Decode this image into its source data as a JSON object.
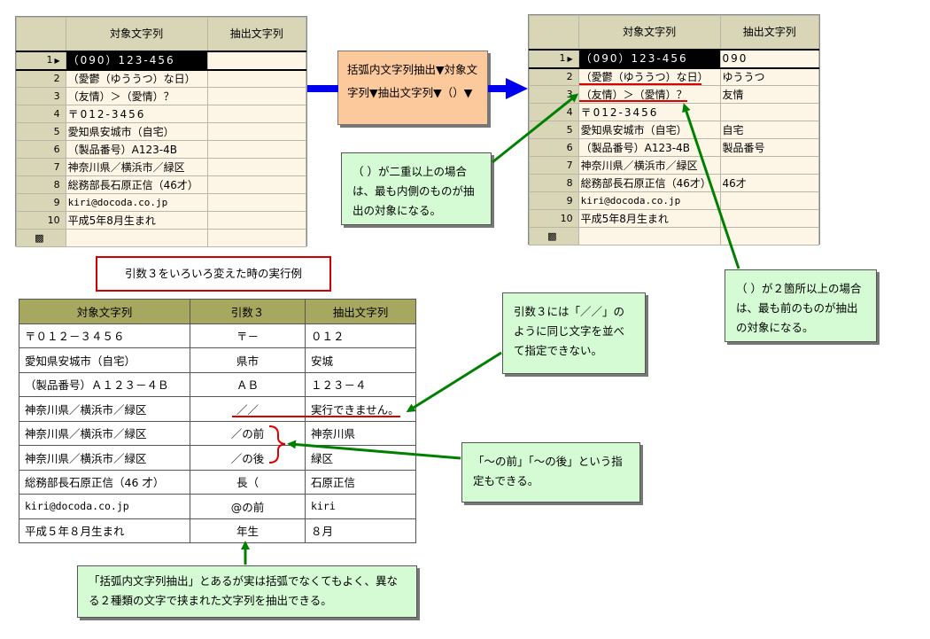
{
  "left_grid": {
    "headers": [
      "対象文字列",
      "抽出文字列"
    ],
    "rows": [
      {
        "n": "1",
        "a": "（090）123-456",
        "b": ""
      },
      {
        "n": "2",
        "a": "（愛鬱（ゆううつ）な日）",
        "b": ""
      },
      {
        "n": "3",
        "a": "（友情）＞（愛情）？",
        "b": ""
      },
      {
        "n": "4",
        "a": "〒012-3456",
        "b": ""
      },
      {
        "n": "5",
        "a": "愛知県安城市（自宅）",
        "b": ""
      },
      {
        "n": "6",
        "a": "（製品番号）A123-4B",
        "b": ""
      },
      {
        "n": "7",
        "a": "神奈川県／横浜市／緑区",
        "b": ""
      },
      {
        "n": "8",
        "a": "総務部長石原正信（46才）",
        "b": ""
      },
      {
        "n": "9",
        "a": "kiri@docoda.co.jp",
        "b": ""
      },
      {
        "n": "10",
        "a": "平成5年8月生まれ",
        "b": ""
      }
    ]
  },
  "right_grid": {
    "headers": [
      "対象文字列",
      "抽出文字列"
    ],
    "rows": [
      {
        "n": "1",
        "a": "（090）123-456",
        "b": "090"
      },
      {
        "n": "2",
        "a": "（愛鬱（ゆううつ）な日）",
        "b": "ゆううつ"
      },
      {
        "n": "3",
        "a": "（友情）＞（愛情）？",
        "b": "友情"
      },
      {
        "n": "4",
        "a": "〒012-3456",
        "b": ""
      },
      {
        "n": "5",
        "a": "愛知県安城市（自宅）",
        "b": "自宅"
      },
      {
        "n": "6",
        "a": "（製品番号）A123-4B",
        "b": "製品番号"
      },
      {
        "n": "7",
        "a": "神奈川県／横浜市／緑区",
        "b": ""
      },
      {
        "n": "8",
        "a": "総務部長石原正信（46才）",
        "b": "46才"
      },
      {
        "n": "9",
        "a": "kiri@docoda.co.jp",
        "b": ""
      },
      {
        "n": "10",
        "a": "平成5年8月生まれ",
        "b": ""
      }
    ]
  },
  "formula_box": {
    "text": "括弧内文字列抽出▼対象文字列▼抽出文字列▼（）▼"
  },
  "notes": {
    "nested": "（ ）が二重以上の場合は、最も内側のものが抽出の対象になる。",
    "multiple": "（ ）が２箇所以上の場合は、最も前のものが抽出の対象になる。",
    "same_char": "引数３には「／／」のように同じ文字を並べて指定できない。",
    "before_after": "「～の前」「～の後」という指定もできる。",
    "any_chars": "「括弧内文字列抽出」とあるが実は括弧でなくてもよく、異なる２種類の文字で挟まれた文字列を抽出できる。"
  },
  "examples_title": "引数３をいろいろ変えた時の実行例",
  "examples_table": {
    "headers": [
      "対象文字列",
      "引数３",
      "抽出文字列"
    ],
    "rows": [
      {
        "a": "〒０１２－３４５６",
        "b": "〒－",
        "c": "０１２"
      },
      {
        "a": "愛知県安城市（自宅）",
        "b": "県市",
        "c": "安城"
      },
      {
        "a": "（製品番号）Ａ１２３－４Ｂ",
        "b": "ＡＢ",
        "c": "１２３－４"
      },
      {
        "a": "神奈川県／横浜市／緑区",
        "b": "／／",
        "c": "実行できません。"
      },
      {
        "a": "神奈川県／横浜市／緑区",
        "b": "／の前",
        "c": "神奈川県"
      },
      {
        "a": "神奈川県／横浜市／緑区",
        "b": "／の後",
        "c": "緑区"
      },
      {
        "a": "総務部長石原正信（46 才）",
        "b": "長（",
        "c": "石原正信"
      },
      {
        "a": "kiri@docoda.co.jp",
        "b": "@の前",
        "c": "kiri"
      },
      {
        "a": "平成５年８月生まれ",
        "b": "年生",
        "c": "８月"
      }
    ]
  },
  "colors": {
    "arrow_blue": "#0000ee",
    "arrow_green": "#008000",
    "underline_red": "#dd0000",
    "note_bg": "#d4fbd4"
  }
}
